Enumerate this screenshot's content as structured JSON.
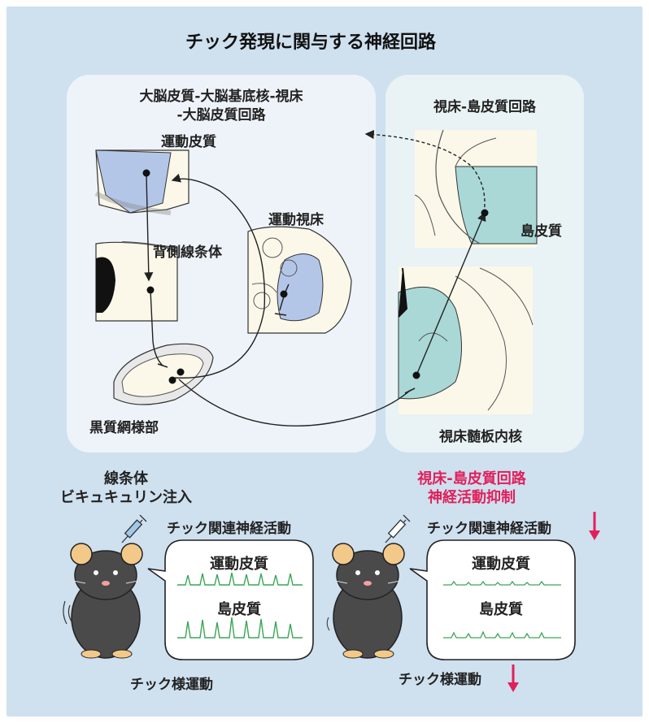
{
  "title": "チック発現に関与する神経回路",
  "left_panel": {
    "title_line1": "大脳皮質-大脳基底核-視床",
    "title_line2": "-大脳皮質回路",
    "motor_cortex": "運動皮質",
    "dorsal_striatum": "背側線条体",
    "motor_thalamus": "運動視床",
    "substantia_nigra": "黒質網様部"
  },
  "right_panel": {
    "title": "視床-島皮質回路",
    "insula": "島皮質",
    "intralaminar": "視床髄板内核"
  },
  "bottom_left": {
    "label_line1": "線条体",
    "label_line2": "ビキュキュリン注入",
    "activity_label": "チック関連神経活動",
    "bubble_motor": "運動皮質",
    "bubble_insula": "島皮質",
    "behavior": "チック様運動"
  },
  "bottom_right": {
    "label_line1": "視床-島皮質回路",
    "label_line2": "神経活動抑制",
    "activity_label": "チック関連神経活動",
    "bubble_motor": "運動皮質",
    "bubble_insula": "島皮質",
    "behavior": "チック様運動"
  },
  "colors": {
    "background": "#cfe0ef",
    "motor_area": "#b4c6e8",
    "insula_area": "#a9d8d6",
    "trace": "#3aa655",
    "accent_pink": "#e0205a",
    "mouse_body": "#4a4a4a"
  },
  "icons": [
    "syringe-icon",
    "down-arrow-icon",
    "mouse-icon",
    "speech-bubble-icon"
  ]
}
